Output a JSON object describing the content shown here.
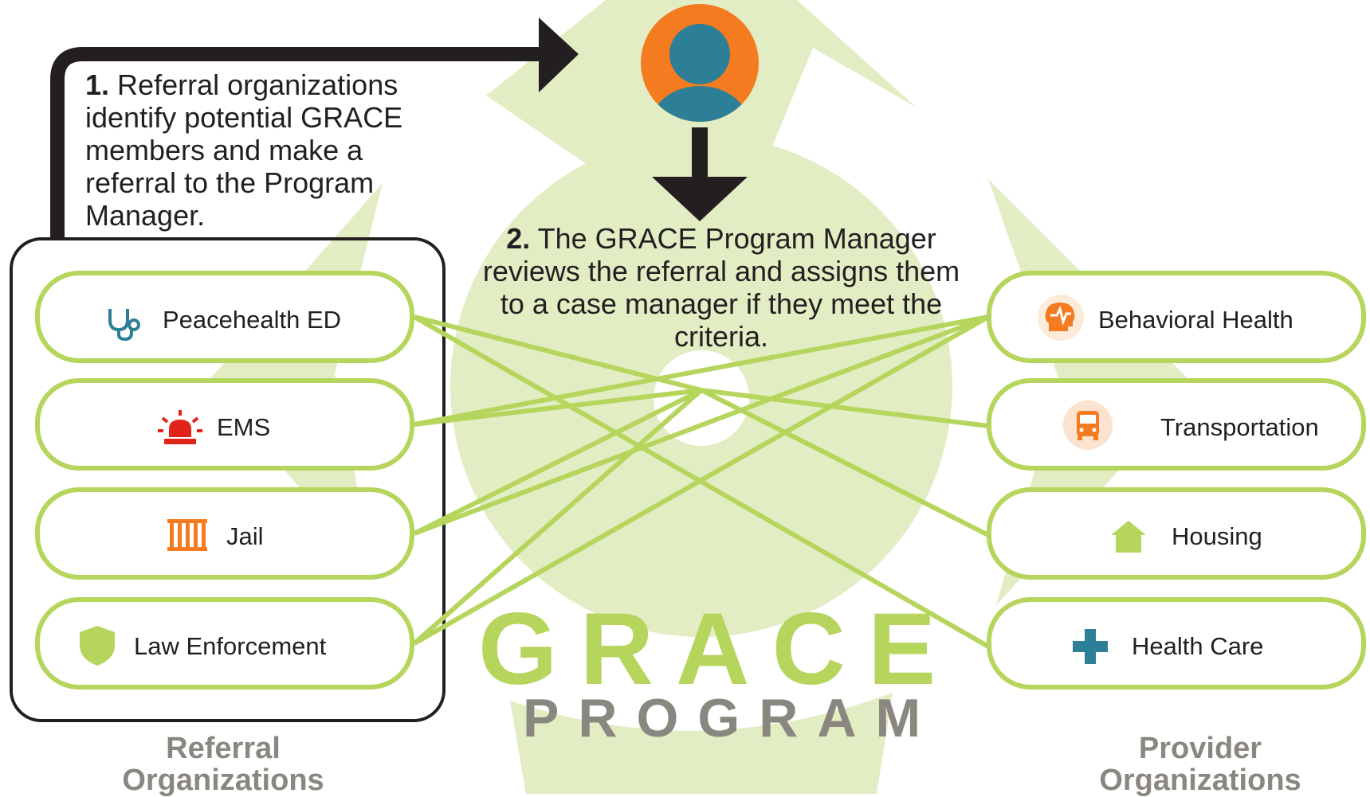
{
  "step1": {
    "number": "1.",
    "text": "Referral organizations identify potential GRACE members and make a referral to the Program Manager."
  },
  "step2": {
    "number": "2.",
    "text": "The GRACE Program Manager reviews the referral and assigns them to a case manager if they meet the criteria."
  },
  "referral_organizations": [
    {
      "label": "Peacehealth ED",
      "icon": "stethoscope-icon"
    },
    {
      "label": "EMS",
      "icon": "siren-icon"
    },
    {
      "label": "Jail",
      "icon": "jail-bars-icon"
    },
    {
      "label": "Law Enforcement",
      "icon": "shield-icon"
    }
  ],
  "provider_organizations": [
    {
      "label": "Behavioral Health",
      "icon": "head-pulse-icon"
    },
    {
      "label": "Transportation",
      "icon": "bus-icon"
    },
    {
      "label": "Housing",
      "icon": "house-icon"
    },
    {
      "label": "Health Care",
      "icon": "medical-cross-icon"
    }
  ],
  "logo": {
    "line1": "GRACE",
    "line2": "PROGRAM"
  },
  "captions": {
    "referral": {
      "line1": "Referral",
      "line2": "Organizations"
    },
    "provider": {
      "line1": "Provider",
      "line2": "Organizations"
    }
  },
  "colors": {
    "green": "#b5d55c",
    "light_green": "#e2edc4",
    "orange": "#f47b20",
    "teal": "#2d7f97",
    "red": "#e2231a",
    "gray": "#8a8680",
    "black": "#231f20"
  }
}
